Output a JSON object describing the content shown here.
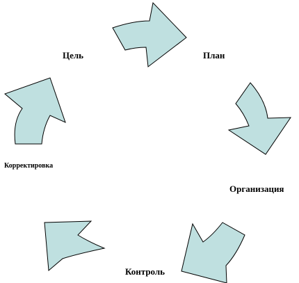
{
  "diagram": {
    "labels": {
      "goal": "Цель",
      "plan": "План",
      "organization": "Организация",
      "control": "Контроль",
      "correction": "Корректировка"
    },
    "colors": {
      "arrow_fill": "#bfe0e0",
      "arrow_stroke": "#000000",
      "text": "#000000",
      "background": "#ffffff"
    }
  }
}
